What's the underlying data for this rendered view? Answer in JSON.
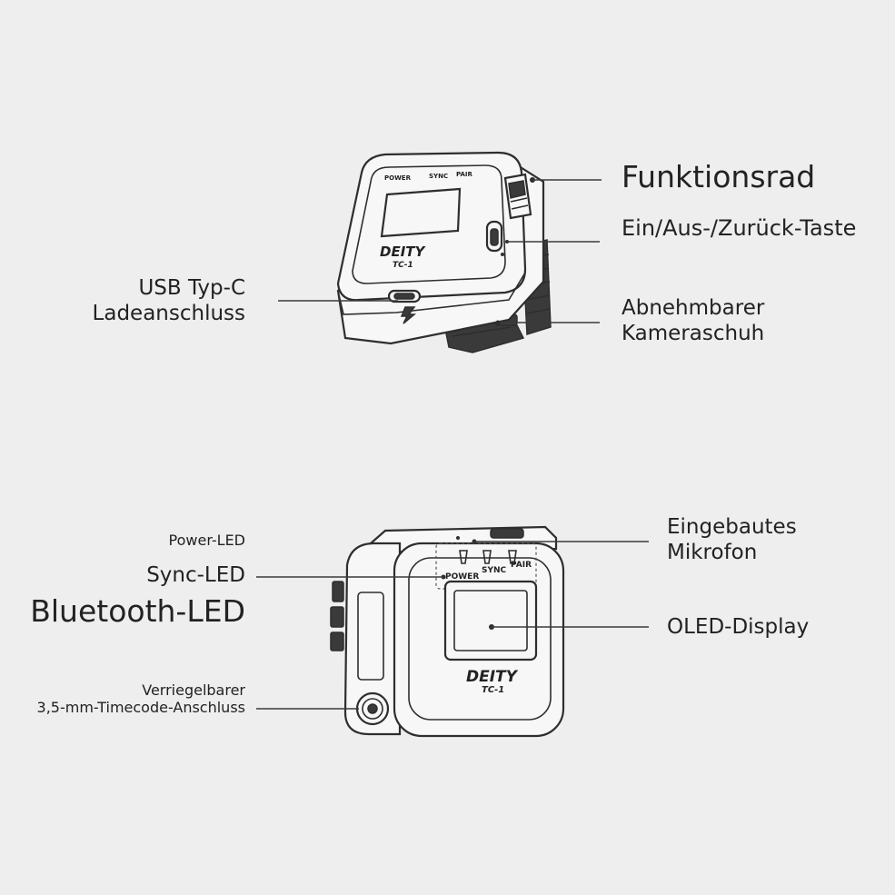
{
  "callouts": {
    "funktionsrad": "Funktionsrad",
    "power_button": "Ein/Aus-/Zurück-Taste",
    "usb_line1": "USB Typ-C",
    "usb_line2": "Ladeanschluss",
    "shoe_line1": "Abnehmbarer",
    "shoe_line2": "Kameraschuh",
    "power_led": "Power-LED",
    "sync_led": "Sync-LED",
    "bluetooth_led": "Bluetooth-LED",
    "mic_line1": "Eingebautes",
    "mic_line2": "Mikrofon",
    "oled": "OLED-Display",
    "timecode_line1": "Verriegelbarer",
    "timecode_line2": "3,5-mm-Timecode-Anschluss"
  },
  "device": {
    "brand": "DEITY",
    "model": "TC-1",
    "led_power": "POWER",
    "led_sync": "SYNC",
    "led_pair": "PAIR"
  },
  "colors": {
    "background": "#eeeeee",
    "line": "#333333",
    "device_fill": "#f7f7f7",
    "device_dark": "#3a3a3a"
  }
}
